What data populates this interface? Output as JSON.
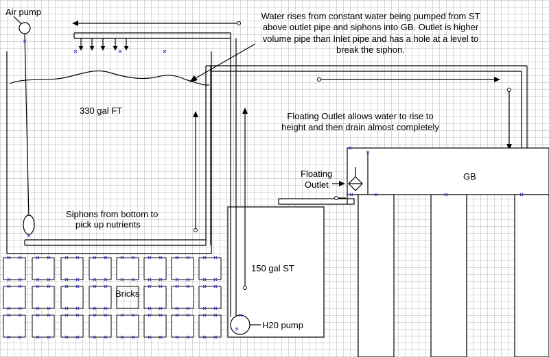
{
  "labels": {
    "air_pump": "Air pump",
    "fish_tank": "330 gal FT",
    "siphons_line1": "Siphons from bottom to",
    "siphons_line2": "pick up nutrients",
    "bricks": "Bricks",
    "sump_tank": "150 gal ST",
    "h2o_pump": "H20 pump",
    "floating_outlet_line1": "Floating",
    "floating_outlet_line2": "Outlet",
    "grow_bed": "GB"
  },
  "notes": {
    "water_rise": [
      "Water rises from constant water being pumped from ST",
      "above outlet pipe and siphons into GB. Outlet is higher",
      "volume pipe than Inlet pipe and has a hole at a level to",
      "break the siphon."
    ],
    "floating_outlet": [
      "Floating Outlet allows water to rise to",
      "height and then drain almost completely"
    ]
  },
  "colors": {
    "line": "#000000",
    "marker": "#3a3acc",
    "grid": "#969696"
  }
}
